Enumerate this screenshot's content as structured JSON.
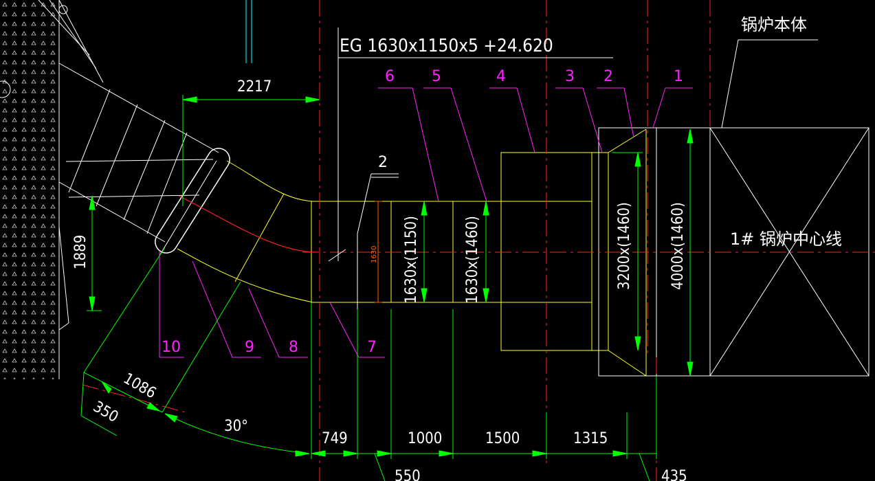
{
  "colors": {
    "background": "#000000",
    "duct": "#ffff33",
    "dimension": "#00ff00",
    "centerline": "#ff2222",
    "leader": "#ff22ff",
    "text": "#ffffff",
    "center_arc": "#ff2222",
    "small_dim": "#ff6600",
    "pipe": "#00ffff"
  },
  "labels": {
    "header": "EG 1630x1150x5 +24.620",
    "boiler_body": "锅炉本体",
    "boiler_centerline": "1# 锅炉中心线",
    "item_1": "1",
    "item_2": "2",
    "item_3": "3",
    "item_4": "4",
    "item_5": "5",
    "item_6": "6",
    "item_7": "7",
    "item_8": "8",
    "item_9": "9",
    "item_10": "10",
    "item_2b": "2"
  },
  "dimensions": {
    "d2217": "2217",
    "d1889": "1889",
    "d1086": "1086",
    "d350": "350",
    "angle": "30°",
    "d749": "749",
    "d1000": "1000",
    "d1500": "1500",
    "d1315": "1315",
    "d550": "550",
    "d435": "435",
    "d1630": "1630",
    "sec_1150": "1630x(1150)",
    "sec_1460a": "1630x(1460)",
    "sec_3200": "3200x(1460)",
    "sec_4000": "4000x(1460)"
  }
}
